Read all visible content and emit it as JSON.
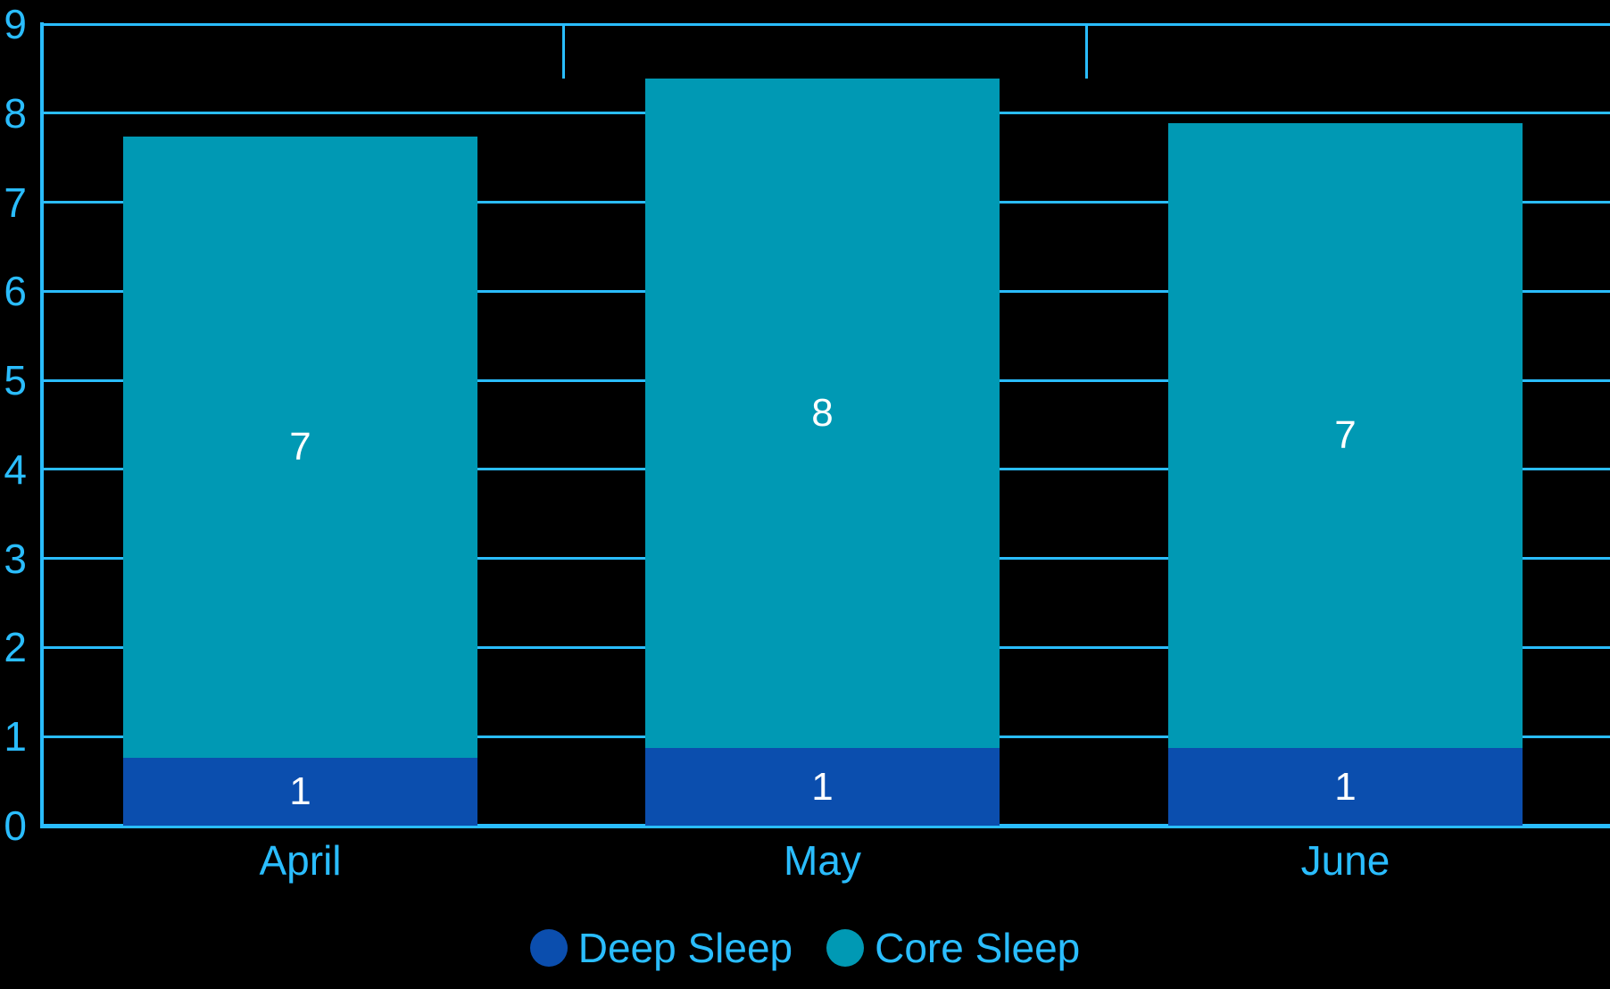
{
  "chart_data": {
    "type": "bar",
    "subtype": "stacked-bar",
    "title": "",
    "xlabel": "",
    "ylabel": "",
    "categories": [
      "April",
      "May",
      "June"
    ],
    "series": [
      {
        "name": "Deep Sleep",
        "color": "#0B4EAE",
        "values": [
          0.76,
          0.87,
          0.87
        ],
        "labels": [
          "1",
          "1",
          "1"
        ]
      },
      {
        "name": "Core Sleep",
        "color": "#0099B4",
        "values": [
          6.98,
          7.52,
          7.02
        ],
        "labels": [
          "7",
          "8",
          "7"
        ]
      }
    ],
    "totals": [
      7.74,
      8.39,
      7.89
    ],
    "ylim": [
      0,
      9
    ],
    "yticks": [
      0,
      1,
      2,
      3,
      4,
      5,
      6,
      7,
      8,
      9
    ],
    "ytick_labels": [
      "0",
      "1",
      "2",
      "3",
      "4",
      "5",
      "6",
      "7",
      "8",
      "9"
    ],
    "grid": true,
    "grid_axis": "y",
    "legend_position": "bottom",
    "background_color": "#000000",
    "axis_color": "#2ABDFF",
    "grid_color": "#2ABDFF",
    "tick_label_color": "#2ABDFF",
    "bar_label_color": "#FFFFFF"
  },
  "legend": {
    "items": [
      {
        "label": "Deep Sleep",
        "color": "#0B4EAE"
      },
      {
        "label": "Core Sleep",
        "color": "#0099B4"
      }
    ]
  }
}
